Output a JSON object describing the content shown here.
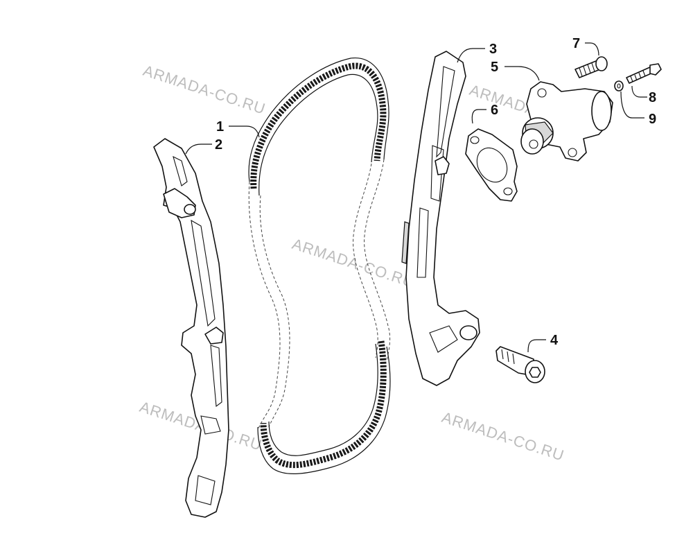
{
  "callouts": {
    "c1": "1",
    "c2": "2",
    "c3": "3",
    "c4": "4",
    "c5": "5",
    "c6": "6",
    "c7": "7",
    "c8": "8",
    "c9": "9"
  },
  "watermark": "ARMADA-CO.RU"
}
